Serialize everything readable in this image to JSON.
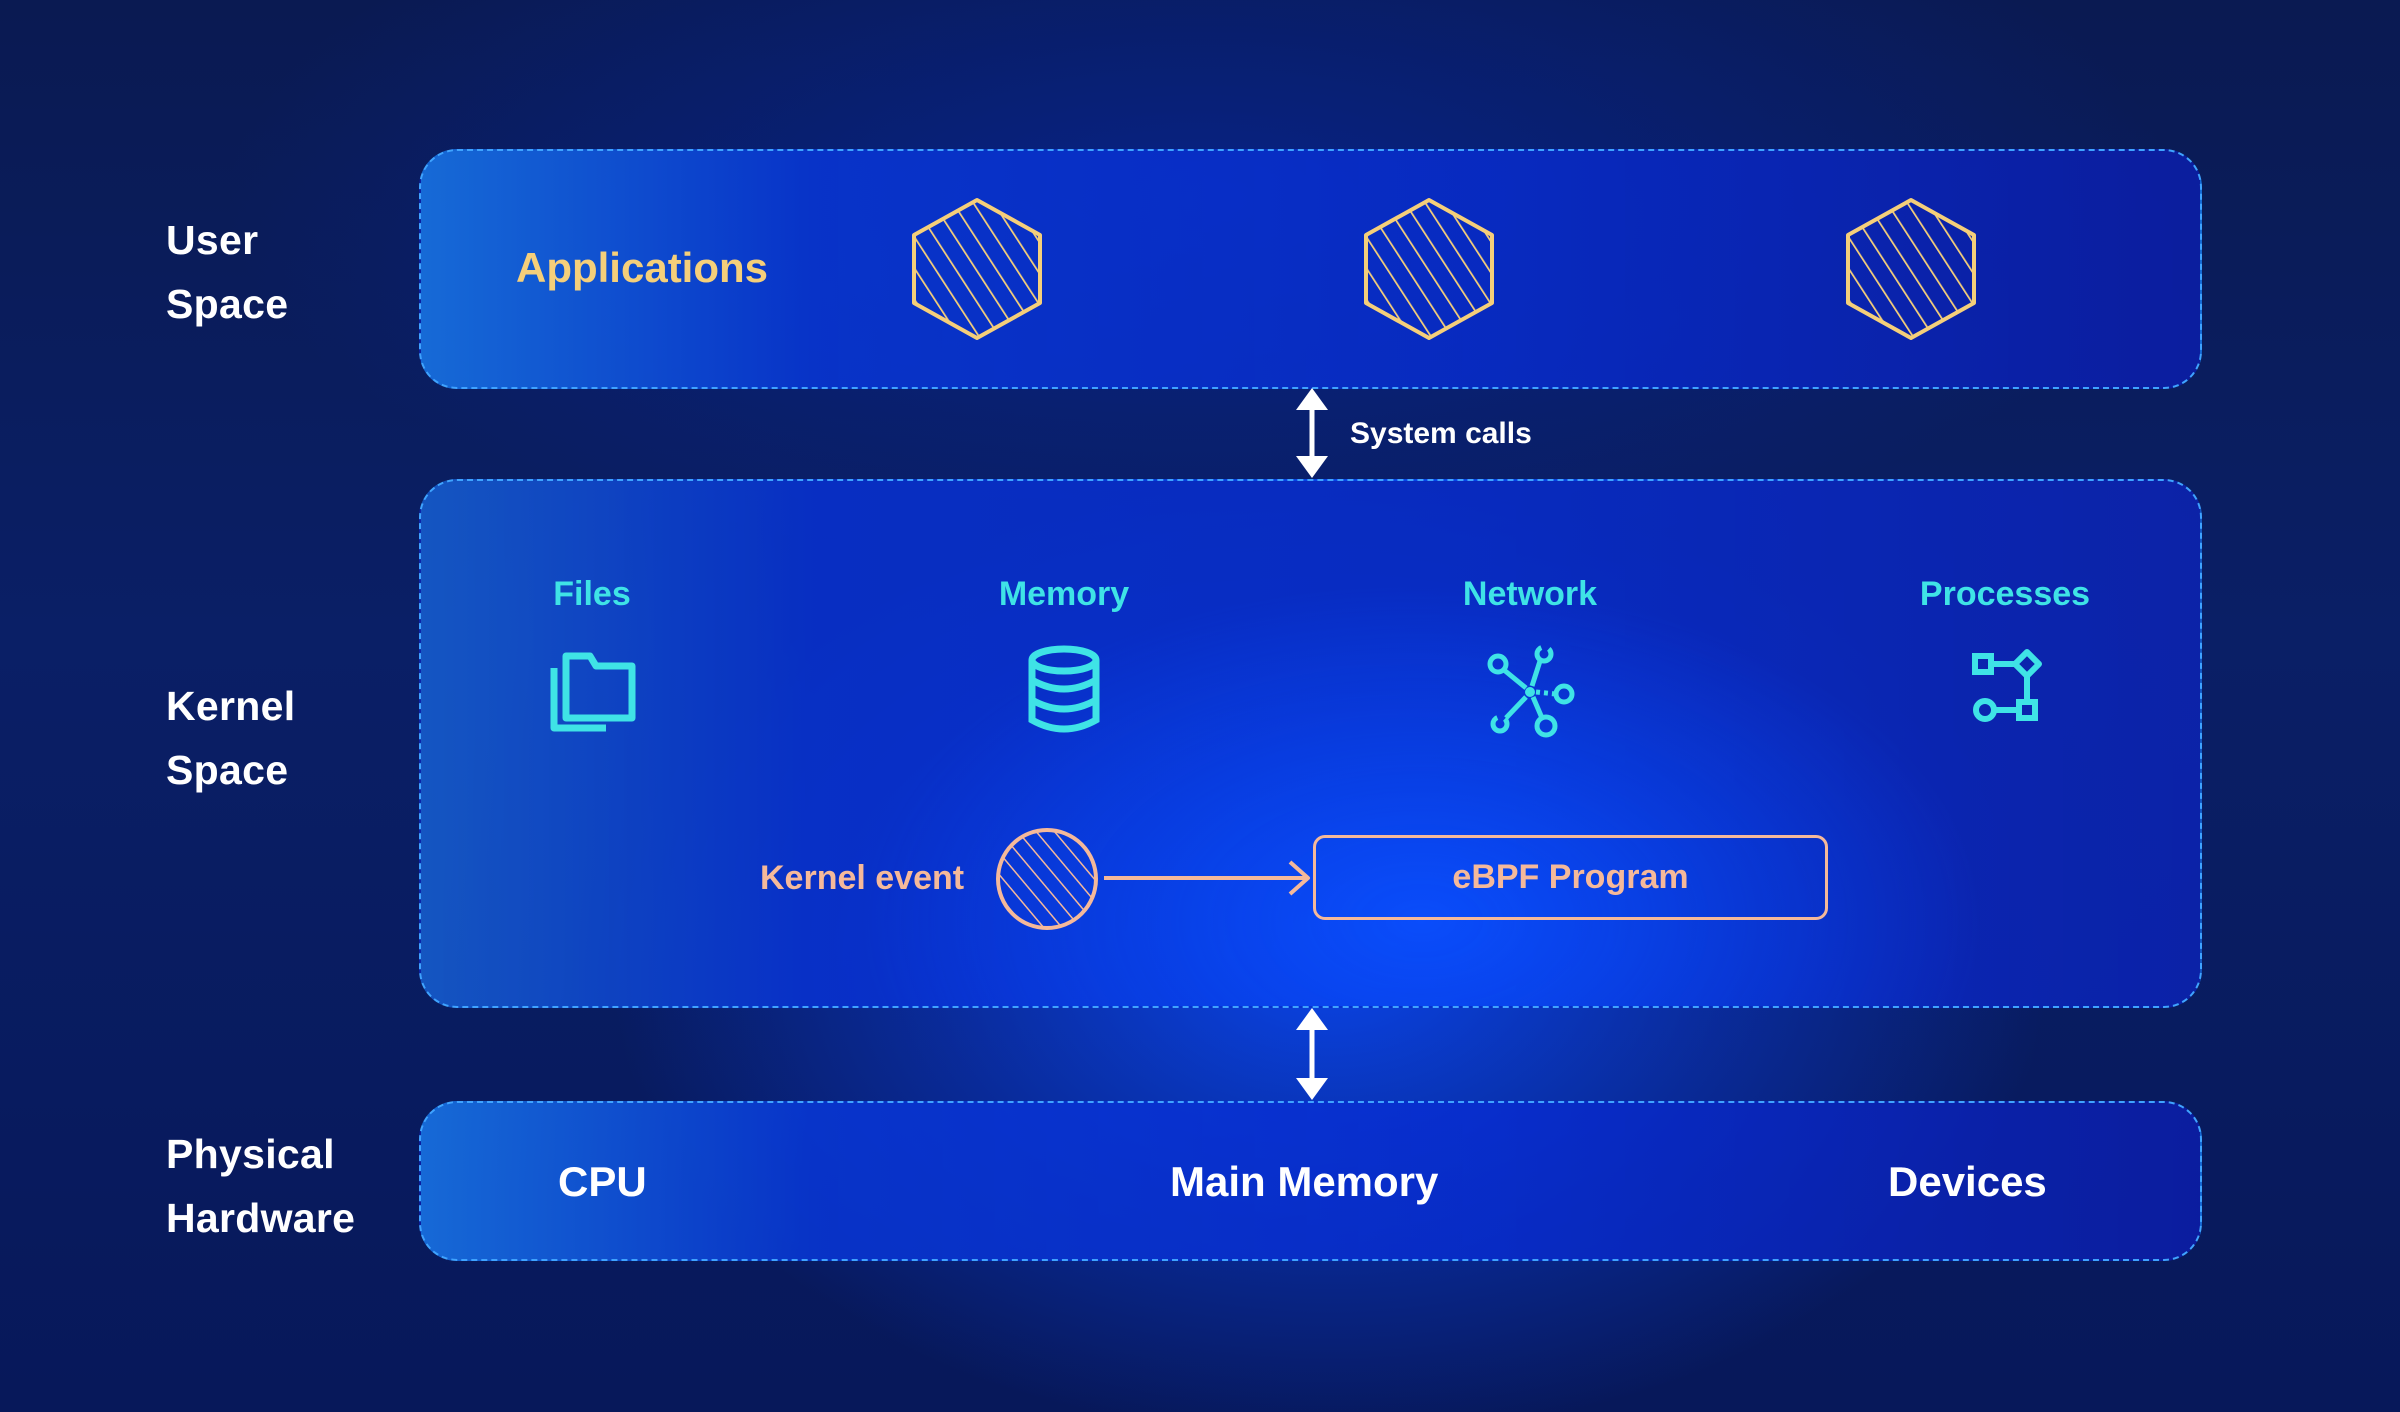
{
  "layers": {
    "user_space": {
      "line1": "User",
      "line2": "Space"
    },
    "kernel_space": {
      "line1": "Kernel",
      "line2": "Space"
    },
    "hardware": {
      "line1": "Physical",
      "line2": "Hardware"
    }
  },
  "user_space": {
    "applications_label": "Applications",
    "app_icons": [
      "hexagon-icon",
      "hexagon-icon",
      "hexagon-icon"
    ]
  },
  "connectors": {
    "system_calls_label": "System calls"
  },
  "kernel": {
    "subsystems": [
      {
        "label": "Files",
        "icon": "files-icon"
      },
      {
        "label": "Memory",
        "icon": "database-icon"
      },
      {
        "label": "Network",
        "icon": "network-icon"
      },
      {
        "label": "Processes",
        "icon": "process-flow-icon"
      }
    ],
    "event_label": "Kernel event",
    "ebpf_label": "eBPF Program"
  },
  "hardware": {
    "items": [
      "CPU",
      "Main Memory",
      "Devices"
    ]
  },
  "colors": {
    "applications": "#f5cf7a",
    "kernel_items": "#3fe3e6",
    "ebpf": "#f5b99a",
    "panel_border": "#3fa3ff"
  }
}
